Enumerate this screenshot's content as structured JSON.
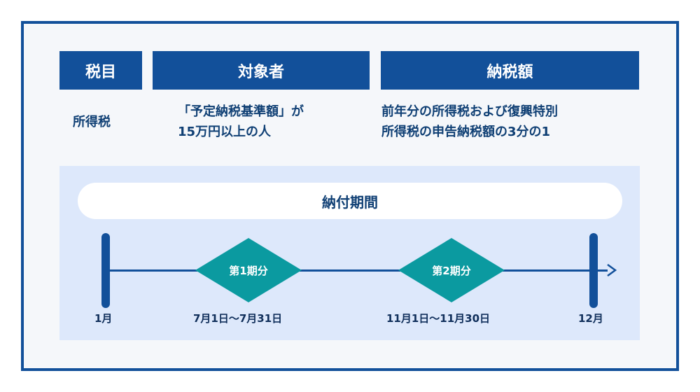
{
  "table": {
    "headers": [
      "税目",
      "対象者",
      "納税額"
    ],
    "row": {
      "tax_item": "所得税",
      "target_line1": "「予定納税基準額」が",
      "target_line2": "15万円以上の人",
      "amount_line1": "前年分の所得税および復興特別",
      "amount_line2": "所得税の申告納税額の3分の1"
    }
  },
  "timeline": {
    "title": "納付期間",
    "start_label": "1月",
    "end_label": "12月",
    "periods": [
      {
        "label": "第1期分",
        "range": "7月1日〜7月31日"
      },
      {
        "label": "第2期分",
        "range": "11月1日〜11月30日"
      }
    ]
  },
  "colors": {
    "primary": "#12509a",
    "teal": "#0b9aa0",
    "panel": "#dde8fb",
    "background": "#f5f7fa"
  }
}
